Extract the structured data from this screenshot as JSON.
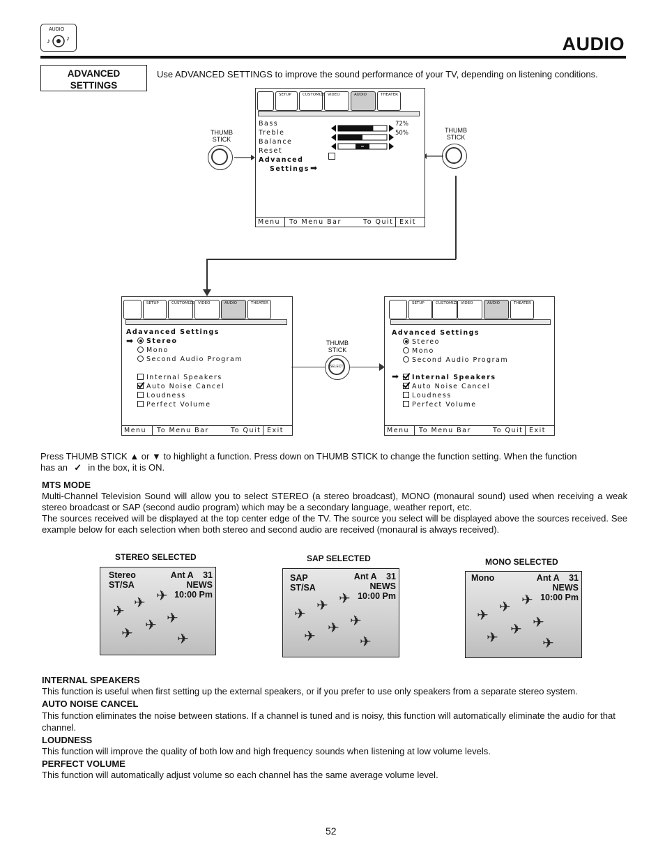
{
  "header": {
    "icon_label": "AUDIO",
    "title": "AUDIO"
  },
  "advanced_box": {
    "line1": "ADVANCED",
    "line2": "SETTINGS"
  },
  "intro": "Use ADVANCED SETTINGS to improve the sound performance of your TV, depending on listening conditions.",
  "thumb_label": {
    "l1": "THUMB",
    "l2": "STICK"
  },
  "select_label": "SELECT",
  "menu_tabs": [
    "SETUP",
    "CUSTOMIZE",
    "VIDEO",
    "AUDIO",
    "THEATER"
  ],
  "footer": {
    "menu": "Menu",
    "to_menu_bar": "To Menu Bar",
    "to_quit": "To Quit",
    "exit": "Exit"
  },
  "top_screen": {
    "bass": "Bass",
    "treble": "Treble",
    "balance": "Balance",
    "reset": "Reset",
    "advanced": "Advanced",
    "settings": "Settings",
    "bass_value": "72%",
    "treble_value": "50%",
    "bass_level": 0.72,
    "treble_level": 0.5
  },
  "left_screen": {
    "title": "Adavanced Settings",
    "stereo": "Stereo",
    "mono": "Mono",
    "sap": "Second Audio Program",
    "internal": "Internal Speakers",
    "anc": "Auto Noise Cancel",
    "loudness": "Loudness",
    "perfect": "Perfect Volume"
  },
  "right_screen": {
    "title": "Advanced Settings",
    "stereo": "Stereo",
    "mono": "Mono",
    "sap": "Second Audio Program",
    "internal": "Internal Speakers",
    "anc": "Auto Noise Cancel",
    "loudness": "Loudness",
    "perfect": "Perfect Volume"
  },
  "press_text_1": "Press THUMB STICK ▲ or ▼ to highlight a function. Press down on THUMB STICK to change the function setting. When the function",
  "press_text_2a": "has an",
  "press_text_2b": "in the box, it is ON.",
  "mts": {
    "heading": "MTS MODE",
    "p1": "Multi-Channel Television Sound will allow you to select STEREO (a stereo broadcast), MONO (monaural sound) used when receiving a weak stereo broadcast or SAP (second audio program) which may be a secondary language, weather report, etc.",
    "p2": "The sources received will be displayed at the top center edge of the TV.  The source you select will be displayed above the sources received.  See example below for each selection when both stereo and second audio are received (monaural is always received)."
  },
  "pictures": {
    "stereo": {
      "label": "STEREO SELECTED",
      "src1": "Stereo",
      "src2": "ST/SA",
      "ant": "Ant A    31",
      "news": "NEWS",
      "time": "10:00 Pm"
    },
    "sap": {
      "label": "SAP SELECTED",
      "src1": "SAP",
      "src2": "ST/SA",
      "ant": "Ant A    31",
      "news": "NEWS",
      "time": "10:00 Pm"
    },
    "mono": {
      "label": "MONO SELECTED",
      "src1": "Mono",
      "src2": "",
      "ant": "Ant A    31",
      "news": "NEWS",
      "time": "10:00 Pm"
    }
  },
  "sections": [
    {
      "heading": "INTERNAL SPEAKERS",
      "text": "This function is useful when first setting up the external speakers, or if you prefer to use only speakers from a separate stereo system."
    },
    {
      "heading": "AUTO NOISE CANCEL",
      "text": "This function eliminates the noise between stations. If a channel is tuned and is noisy, this function will automatically eliminate the audio for that channel."
    },
    {
      "heading": "LOUDNESS",
      "text": "This function will improve the quality of both low and high frequency sounds when listening at low volume levels."
    },
    {
      "heading": "PERFECT VOLUME",
      "text": "This function will automatically adjust volume so each channel has the same average volume level."
    }
  ],
  "page_number": "52"
}
